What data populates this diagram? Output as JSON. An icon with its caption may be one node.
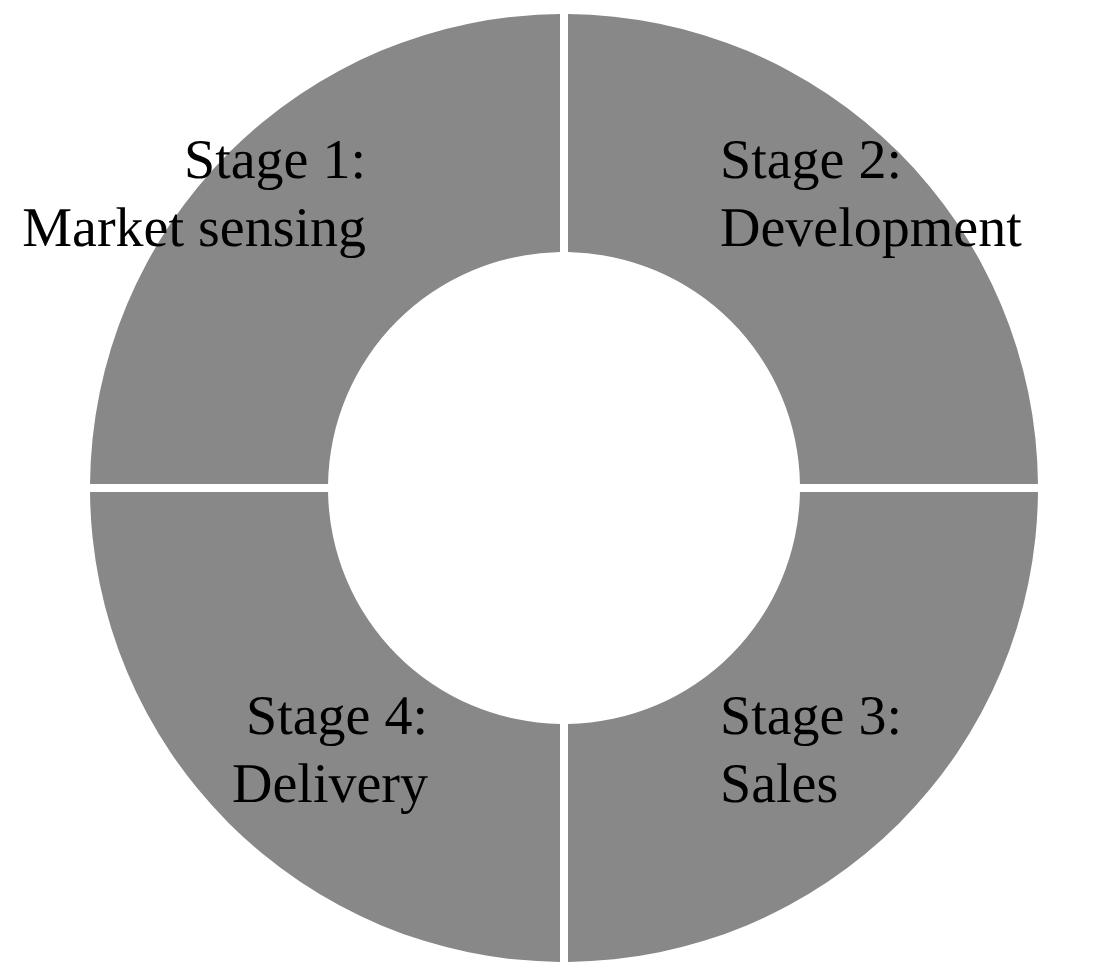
{
  "diagram": {
    "nodes": [
      {
        "text": [
          "Stage 1: Market sensing"
        ]
      },
      {
        "text": [
          "Stage 2: Development"
        ]
      },
      {
        "text": [
          "Stage 3: Sales"
        ]
      },
      {
        "text": [
          "Stage 4: Delivery"
        ]
      }
    ]
  }
}
